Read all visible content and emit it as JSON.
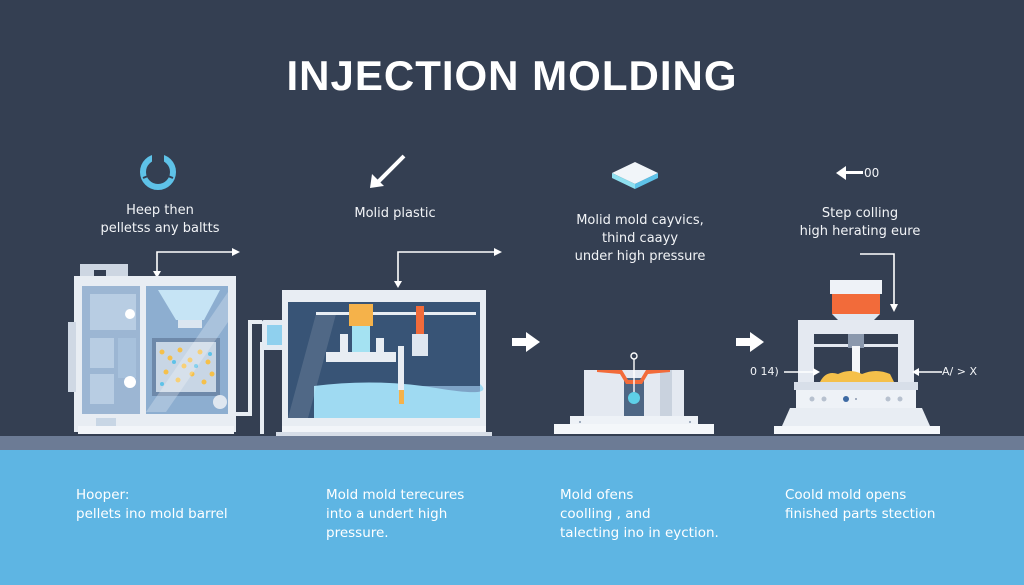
{
  "title": "INJECTION MOLDING",
  "colors": {
    "background": "#343f52",
    "banner": "#5eb5e3",
    "floor": "#6c7b95",
    "accent_blue": "#5ec2e8",
    "accent_orange": "#f26b3a",
    "accent_yellow": "#f5c04a",
    "machine_white": "#e8edf3"
  },
  "steps": [
    {
      "icon": "cycle-icon",
      "caption": [
        "Heep then",
        "pelletss any baltts"
      ],
      "description": [
        "Hooper:",
        "pellets ino mold barrel"
      ]
    },
    {
      "icon": "arrow-down-left-icon",
      "caption": [
        "Molid plastic"
      ],
      "description": [
        "Mold mold terecures",
        "into a undert high",
        "pressure."
      ]
    },
    {
      "icon": "mold-block-icon",
      "caption": [
        "Molid mold cayvics,",
        "thind caayy",
        "under high pressure"
      ],
      "description": [
        "Mold ofens",
        "coolling , and",
        "talecting ino in eyction."
      ]
    },
    {
      "icon": "arrow-left-icon",
      "icon_label": "00",
      "caption": [
        "Step colling",
        "high herating eure"
      ],
      "description": [
        "Coold mold opens",
        "finished parts stection"
      ]
    }
  ],
  "press_labels": {
    "left": "0 14)",
    "right": "A/ > X"
  }
}
